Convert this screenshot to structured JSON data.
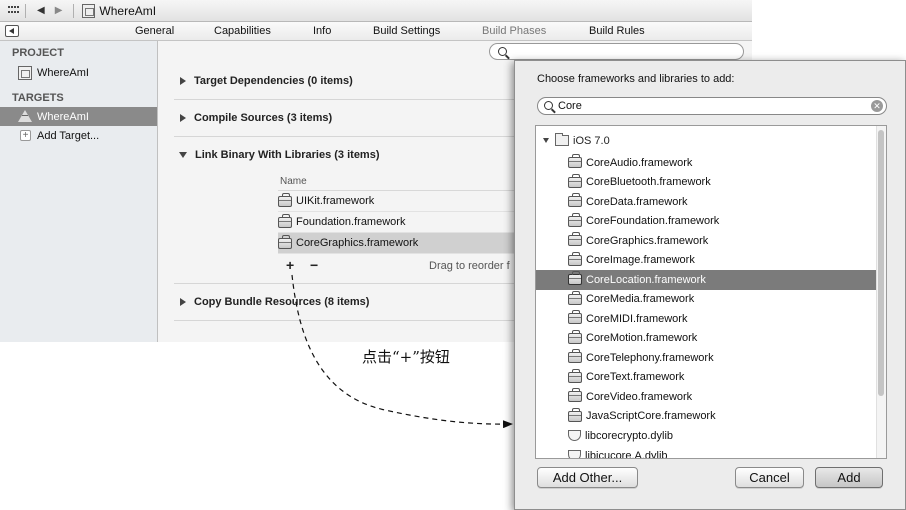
{
  "jumpbar": {
    "project_name": "WhereAmI"
  },
  "tabs": [
    {
      "label": "General"
    },
    {
      "label": "Capabilities"
    },
    {
      "label": "Info"
    },
    {
      "label": "Build Settings"
    },
    {
      "label": "Build Phases",
      "active": true
    },
    {
      "label": "Build Rules"
    }
  ],
  "sidebar": {
    "project_header": "PROJECT",
    "project_item": "WhereAmI",
    "targets_header": "TARGETS",
    "target_item": "WhereAmI",
    "add_target": "Add Target..."
  },
  "build_phases": {
    "target_dependencies": "Target Dependencies (0 items)",
    "compile_sources": "Compile Sources (3 items)",
    "link_binary": "Link Binary With Libraries (3 items)",
    "copy_bundle": "Copy Bundle Resources (8 items)",
    "table_header": "Name",
    "libraries": [
      {
        "name": "UIKit.framework"
      },
      {
        "name": "Foundation.framework"
      },
      {
        "name": "CoreGraphics.framework",
        "selected": true
      }
    ],
    "add_symbol": "+",
    "remove_symbol": "−",
    "drag_hint": "Drag to reorder f"
  },
  "sheet": {
    "title": "Choose frameworks and libraries to add:",
    "search_value": "Core",
    "group_label": "iOS 7.0",
    "items": [
      {
        "name": "CoreAudio.framework",
        "kind": "framework"
      },
      {
        "name": "CoreBluetooth.framework",
        "kind": "framework"
      },
      {
        "name": "CoreData.framework",
        "kind": "framework"
      },
      {
        "name": "CoreFoundation.framework",
        "kind": "framework"
      },
      {
        "name": "CoreGraphics.framework",
        "kind": "framework"
      },
      {
        "name": "CoreImage.framework",
        "kind": "framework"
      },
      {
        "name": "CoreLocation.framework",
        "kind": "framework",
        "selected": true
      },
      {
        "name": "CoreMedia.framework",
        "kind": "framework"
      },
      {
        "name": "CoreMIDI.framework",
        "kind": "framework"
      },
      {
        "name": "CoreMotion.framework",
        "kind": "framework"
      },
      {
        "name": "CoreTelephony.framework",
        "kind": "framework"
      },
      {
        "name": "CoreText.framework",
        "kind": "framework"
      },
      {
        "name": "CoreVideo.framework",
        "kind": "framework"
      },
      {
        "name": "JavaScriptCore.framework",
        "kind": "framework"
      },
      {
        "name": "libcorecrypto.dylib",
        "kind": "dylib"
      },
      {
        "name": "libicucore.A.dylib",
        "kind": "dylib",
        "clipped": true
      }
    ],
    "add_other_label": "Add Other...",
    "cancel_label": "Cancel",
    "add_label": "Add"
  },
  "annotation": {
    "text": "点击“+”按钮"
  },
  "colors": {
    "selection_gray": "#7b7b7b",
    "sidebar_bg": "#e9ecef"
  }
}
